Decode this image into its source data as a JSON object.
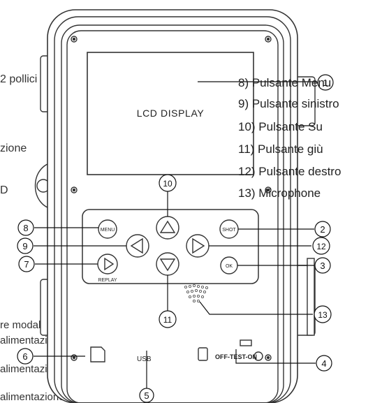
{
  "device": {
    "lcd_label": "LCD DISPLAY",
    "buttons": {
      "menu": "MENU",
      "shot": "SHOT",
      "ok": "OK",
      "replay": "REPLAY"
    },
    "bottom": {
      "usb": "USB",
      "switch": "OFF-TEST-ON"
    }
  },
  "callouts": [
    "1",
    "2",
    "3",
    "4",
    "5",
    "6",
    "7",
    "8",
    "9",
    "10",
    "11",
    "12",
    "13"
  ],
  "legend": [
    "8) Pulsante Menu",
    "9) Pulsante sinistro",
    "10) Pulsante Su",
    "11) Pulsante giù",
    "12) Pulsante destro",
    "13) Microphone"
  ],
  "background_text": {
    "pollici": "2 pollici",
    "zione": "zione",
    "d": "D",
    "modalita": "re modalità operative:",
    "off": "alimentazione è in posizione OFF",
    "on": "alimentazione è in posizione ON",
    "test": "alimentazione è in posizione TEST"
  }
}
